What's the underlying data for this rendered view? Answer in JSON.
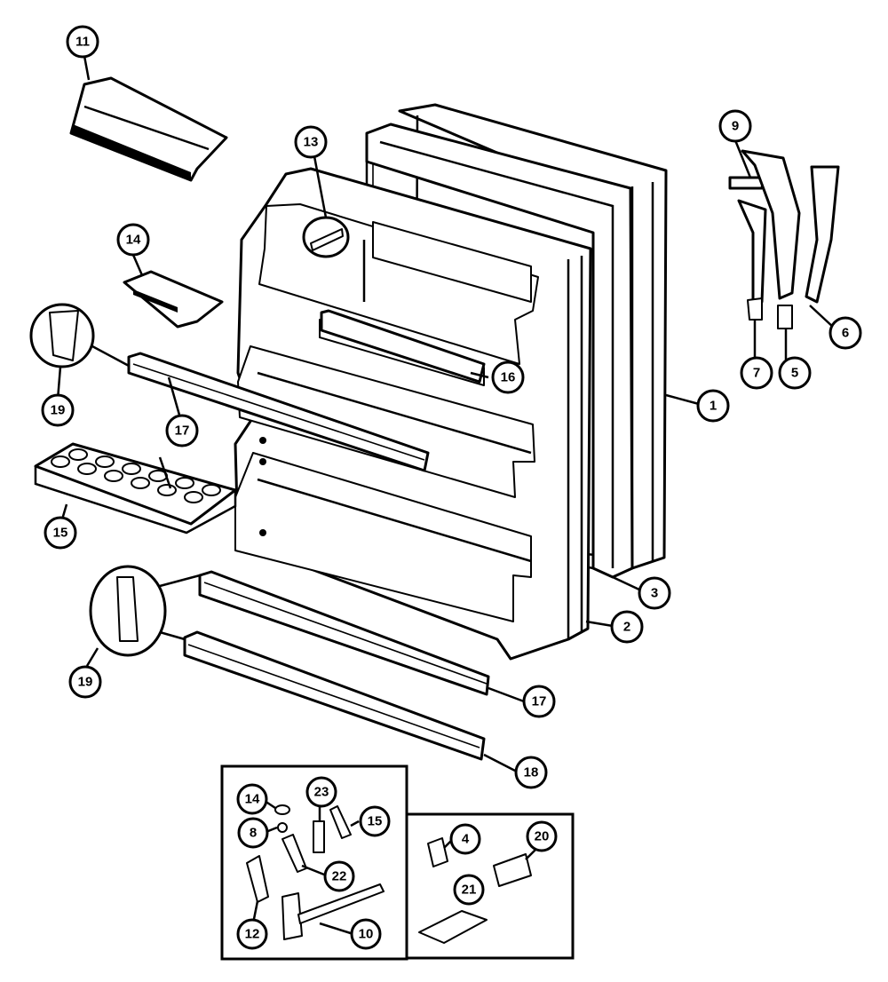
{
  "diagram": {
    "callouts": [
      {
        "id": "c11a",
        "label": "11"
      },
      {
        "id": "c13",
        "label": "13"
      },
      {
        "id": "c9",
        "label": "9"
      },
      {
        "id": "c14a",
        "label": "14"
      },
      {
        "id": "c6",
        "label": "6"
      },
      {
        "id": "c7",
        "label": "7"
      },
      {
        "id": "c5",
        "label": "5"
      },
      {
        "id": "c19a",
        "label": "19"
      },
      {
        "id": "c16",
        "label": "16"
      },
      {
        "id": "c1",
        "label": "1"
      },
      {
        "id": "c17a",
        "label": "17"
      },
      {
        "id": "c15a",
        "label": "15"
      },
      {
        "id": "c3",
        "label": "3"
      },
      {
        "id": "c2",
        "label": "2"
      },
      {
        "id": "c19b",
        "label": "19"
      },
      {
        "id": "c17b",
        "label": "17"
      },
      {
        "id": "c18",
        "label": "18"
      },
      {
        "id": "c14b",
        "label": "14"
      },
      {
        "id": "c23",
        "label": "23"
      },
      {
        "id": "c15b",
        "label": "15"
      },
      {
        "id": "c8",
        "label": "8"
      },
      {
        "id": "c22",
        "label": "22"
      },
      {
        "id": "c12",
        "label": "12"
      },
      {
        "id": "c10",
        "label": "10"
      },
      {
        "id": "c4",
        "label": "4"
      },
      {
        "id": "c20",
        "label": "20"
      },
      {
        "id": "c21",
        "label": "21"
      }
    ]
  }
}
